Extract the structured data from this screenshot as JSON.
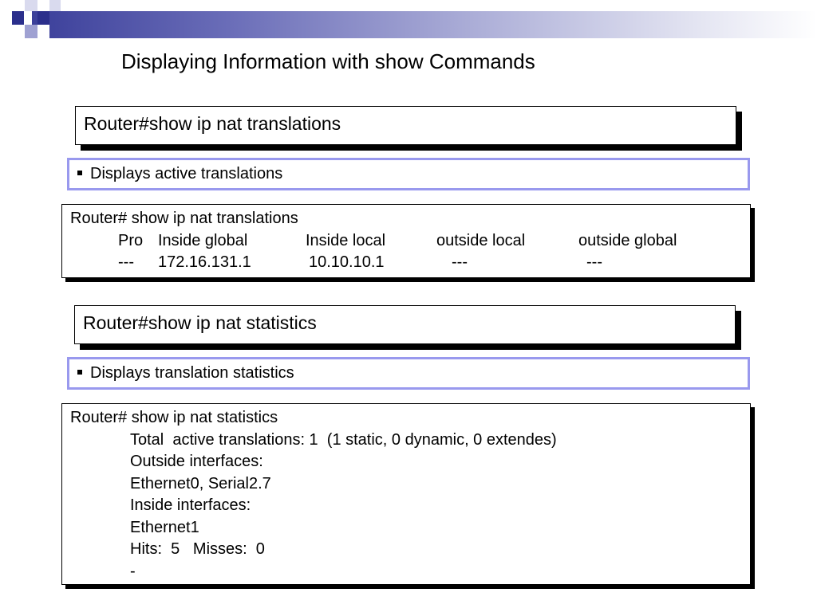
{
  "slide": {
    "title": "Displaying Information with show Commands"
  },
  "section1": {
    "command": "Router#show ip nat translations",
    "description": "Displays active translations",
    "output": {
      "prompt_line": "Router# show ip nat translations",
      "headers": [
        "Pro",
        "Inside global",
        "Inside local",
        "outside local",
        "outside global"
      ],
      "row": [
        "---",
        "172.16.131.1",
        "10.10.10.1",
        "---",
        "---"
      ]
    }
  },
  "section2": {
    "command": "Router#show ip nat statistics",
    "description": "Displays translation statistics",
    "output": {
      "prompt_line": "Router# show ip nat statistics",
      "lines": [
        "Total  active translations: 1  (1 static, 0 dynamic, 0 extendes)",
        "Outside interfaces:",
        "Ethernet0, Serial2.7",
        "Inside interfaces:",
        "Ethernet1",
        "Hits:  5   Misses:  0",
        "-"
      ]
    }
  }
}
